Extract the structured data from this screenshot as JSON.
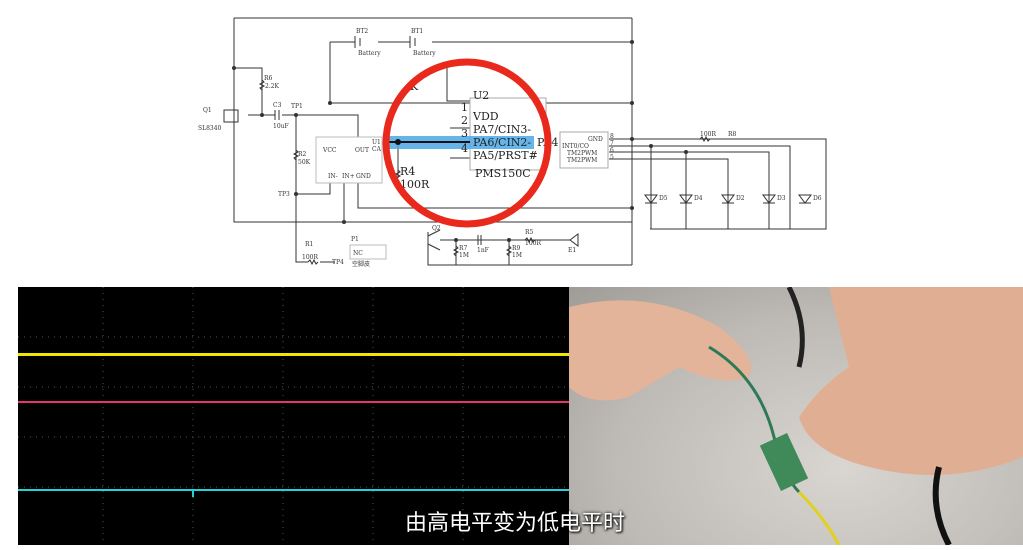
{
  "schematic": {
    "components": {
      "bt2": "BT2",
      "bt1": "BT1",
      "battery": "Battery",
      "r6": "R6",
      "r6_val": "2.2K",
      "q1": "Q1",
      "q1_part": "SL8340",
      "c3": "C3",
      "c3_val": "10uF",
      "tp1": "TP1",
      "tp3": "TP3",
      "tp4": "TP4",
      "r2": "R2",
      "r2_val": "50K",
      "u1": "U1",
      "u1_suffix": "CA",
      "u1_pins": [
        "VCC",
        "OUT",
        "IN-",
        "IN+",
        "GND"
      ],
      "r1": "R1",
      "r1_val": "100R",
      "p1": "P1",
      "p1_nc": "NC",
      "p1_label": "空脚皮",
      "r4": "R4",
      "r4_val": "100R",
      "u2": "U2",
      "u2_part": "PMS150C",
      "u2_pins": [
        {
          "num": "1",
          "name": "VDD"
        },
        {
          "num": "2",
          "name": "PA7/CIN3-"
        },
        {
          "num": "3",
          "name": "PA6/CIN2-"
        },
        {
          "num": "4",
          "name": "PA5/PRST#"
        }
      ],
      "u2_right_fragment": "PA4",
      "u2_right_pins": [
        {
          "num": "8",
          "name": "GND"
        },
        {
          "num": "7",
          "name": "INT0/CO"
        },
        {
          "num": "6",
          "name": "TM2PWM"
        },
        {
          "num": "5",
          "name": "TM2PWM"
        }
      ],
      "r8": "R8",
      "r8_val": "100R",
      "leds": [
        "D5",
        "D4",
        "D2",
        "D3",
        "D6"
      ],
      "q2": "Q2",
      "r7": "R7",
      "r7_val": "1M",
      "c_1nf": "1nF",
      "r9": "R9",
      "r9_val": "1M",
      "r5": "R5",
      "r5_val": "100R",
      "e1": "E1",
      "k": "K"
    },
    "highlight_color": "#4aa8e8",
    "circle_color": "#e8291c"
  },
  "scope": {
    "trace_colors": {
      "ch1": "#f2e600",
      "ch2": "#e8336b",
      "ch3": "#1fd3d6"
    }
  },
  "subtitle": "由高电平变为低电平时"
}
